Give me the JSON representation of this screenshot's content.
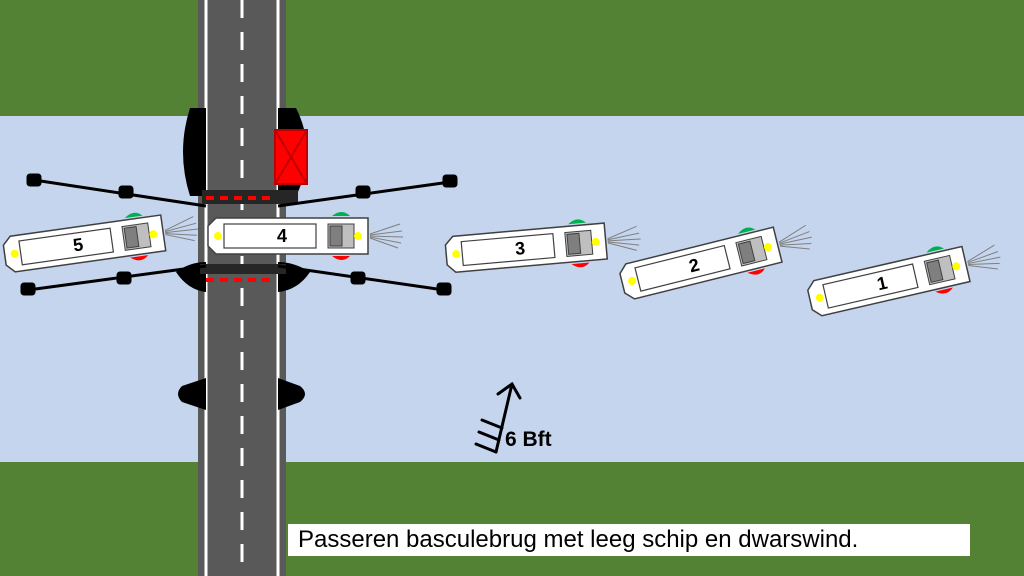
{
  "caption": "Passeren basculebrug met leeg schip en dwarswind.",
  "wind": {
    "label": "6 Bft"
  },
  "boats": [
    {
      "label": "1"
    },
    {
      "label": "2"
    },
    {
      "label": "3"
    },
    {
      "label": "4"
    },
    {
      "label": "5"
    }
  ],
  "colors": {
    "grass": "#548235",
    "water": "#c5d5ee",
    "road": "#595959",
    "bridge_deck": "#404040",
    "barrier_red": "#ff0000",
    "starboard_light": "#00b050",
    "port_light": "#ff0000",
    "stern_light": "#ffff00"
  }
}
